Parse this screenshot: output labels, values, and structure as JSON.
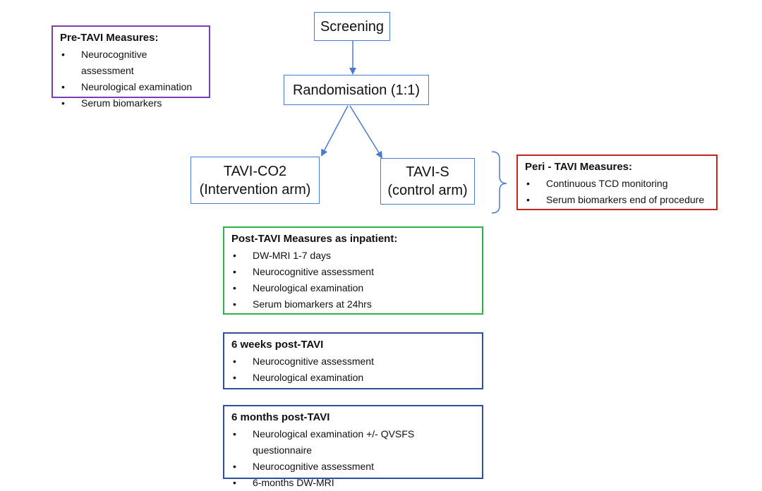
{
  "colors": {
    "flow_border": "#4a7bd0",
    "arrow": "#4a7bd0",
    "pre_border": "#7a3fb6",
    "peri_border": "#c0261d",
    "post_border": "#2fb24c",
    "followup_border": "#2e4f9a"
  },
  "flow": {
    "screening": "Screening",
    "randomisation": "Randomisation (1:1)",
    "intervention": {
      "line1": "TAVI-CO2",
      "line2": "(Intervention arm)"
    },
    "control": {
      "line1": "TAVI-S",
      "line2": "(control arm)"
    }
  },
  "pre_tavi": {
    "title": "Pre-TAVI Measures:",
    "items": [
      "Neurocognitive assessment",
      "Neurological examination",
      "Serum biomarkers"
    ]
  },
  "peri_tavi": {
    "title": "Peri - TAVI Measures:",
    "items": [
      "Continuous TCD monitoring",
      "Serum biomarkers end of procedure"
    ]
  },
  "post_tavi": {
    "title": "Post-TAVI Measures as inpatient:",
    "items": [
      "DW-MRI 1-7 days",
      "Neurocognitive assessment",
      "Neurological examination",
      "Serum biomarkers at 24hrs"
    ]
  },
  "six_weeks": {
    "title": "6 weeks post-TAVI",
    "items": [
      "Neurocognitive assessment",
      "Neurological examination"
    ]
  },
  "six_months": {
    "title": "6 months post-TAVI",
    "items": [
      "Neurological examination  +/- QVSFS questionnaire",
      "Neurocognitive assessment",
      "6-months DW-MRI"
    ]
  }
}
